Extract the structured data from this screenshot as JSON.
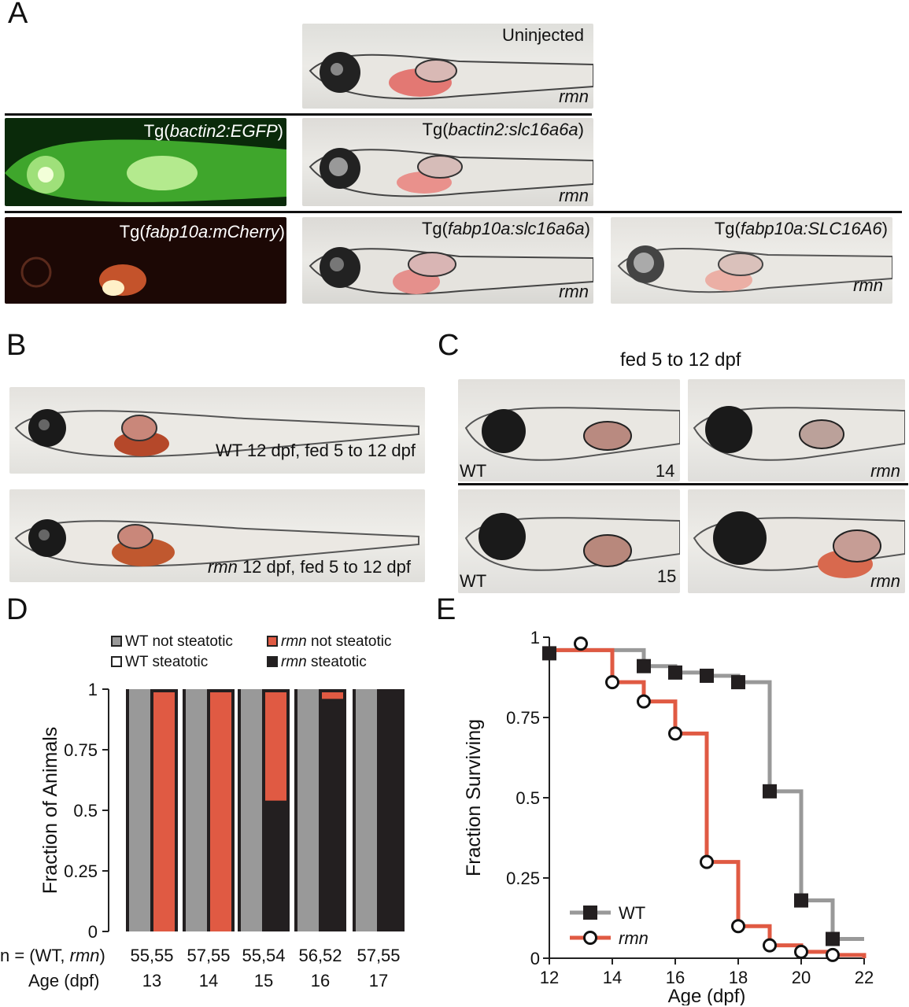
{
  "panels": {
    "A": "A",
    "B": "B",
    "C": "C",
    "D": "D",
    "E": "E"
  },
  "panelA": {
    "uninjected": {
      "title": "Uninjected",
      "genotype": "rmn"
    },
    "egfp": {
      "pre": "Tg(",
      "gene": "bactin2:EGFP",
      "post": ")"
    },
    "bactin": {
      "pre": "Tg(",
      "gene": "bactin2:slc16a6a",
      "post": ")",
      "genotype": "rmn"
    },
    "mcherry": {
      "pre": "Tg(",
      "gene": "fabp10a:mCherry",
      "post": ")"
    },
    "fabp_slc": {
      "pre": "Tg(",
      "gene": "fabp10a:slc16a6a",
      "post": ")",
      "genotype": "rmn"
    },
    "fabp_SLC": {
      "pre": "Tg(",
      "gene": "fabp10a:SLC16A6",
      "post": ")",
      "genotype": "rmn"
    }
  },
  "panelB": {
    "wt": "WT 12 dpf, fed 5 to 12 dpf",
    "rmn_geno": "rmn",
    "rmn_rest": " 12 dpf, fed 5 to 12 dpf"
  },
  "panelC": {
    "title": "fed 5 to 12 dpf",
    "wt": "WT",
    "rmn": "rmn",
    "day14": "14 dpf",
    "day15": "15 dpf"
  },
  "panelD": {
    "legend": {
      "wt_not": "WT not steatotic",
      "wt_st": "WT steatotic",
      "rmn_geno": "rmn",
      "rmn_not_rest": " not steatotic",
      "rmn_st_rest": " steatotic"
    },
    "colors": {
      "wt": "#999999",
      "rmn": "#e05a43",
      "steatotic": "#231f20"
    },
    "n_label": "n = (WT, ",
    "n_label_geno": "rmn",
    "n_label_end": ")",
    "age_label": "Age (dpf)",
    "chart_data": {
      "type": "bar",
      "ylabel": "Fraction of Animals",
      "ylim": [
        0,
        1
      ],
      "yticks": [
        "0",
        "0.25",
        "0.5",
        "0.75",
        "1"
      ],
      "categories": [
        "13",
        "14",
        "15",
        "16",
        "17"
      ],
      "n": [
        "55,55",
        "57,55",
        "55,54",
        "56,52",
        "57,55"
      ],
      "series": [
        {
          "name": "WT not steatotic",
          "values": [
            1,
            1,
            1,
            1,
            1
          ]
        },
        {
          "name": "WT steatotic",
          "values": [
            0,
            0,
            0,
            0,
            0
          ]
        },
        {
          "name": "rmn not steatotic",
          "values": [
            1,
            1,
            0.46,
            0.04,
            0
          ]
        },
        {
          "name": "rmn steatotic",
          "values": [
            0,
            0,
            0.54,
            0.96,
            1
          ]
        }
      ]
    }
  },
  "panelE": {
    "chart_data": {
      "type": "line",
      "xlabel": "Age (dpf)",
      "ylabel": "Fraction Surviving",
      "xlim": [
        12,
        22
      ],
      "ylim": [
        0,
        1
      ],
      "xticks": [
        "12",
        "14",
        "16",
        "18",
        "20",
        "22"
      ],
      "yticks": [
        "0",
        "0.25",
        "0.5",
        "0.75",
        "1"
      ],
      "series": [
        {
          "name": "WT",
          "color": "#999999",
          "marker": "square",
          "x": [
            12,
            15,
            16,
            17,
            18,
            19,
            20,
            21,
            22
          ],
          "y": [
            0.96,
            0.91,
            0.89,
            0.88,
            0.86,
            0.52,
            0.18,
            0.06,
            0.06
          ]
        },
        {
          "name": "rmn",
          "color": "#e05a43",
          "marker": "circle",
          "x": [
            12,
            13,
            14,
            15,
            16,
            17,
            18,
            19,
            20,
            21,
            22
          ],
          "y": [
            0.96,
            0.96,
            0.86,
            0.8,
            0.7,
            0.3,
            0.1,
            0.04,
            0.02,
            0.01,
            0.0
          ]
        }
      ],
      "wt_markers": {
        "x": [
          12,
          15,
          16,
          17,
          18,
          19,
          20,
          21
        ],
        "y": [
          0.95,
          0.91,
          0.89,
          0.88,
          0.86,
          0.52,
          0.18,
          0.06
        ]
      },
      "rmn_markers": {
        "x": [
          13,
          14,
          15,
          16,
          17,
          18,
          19,
          20,
          21
        ],
        "y": [
          0.98,
          0.86,
          0.8,
          0.7,
          0.3,
          0.1,
          0.04,
          0.02,
          0.01
        ]
      }
    },
    "legend": {
      "wt": "WT",
      "rmn": "rmn"
    }
  }
}
